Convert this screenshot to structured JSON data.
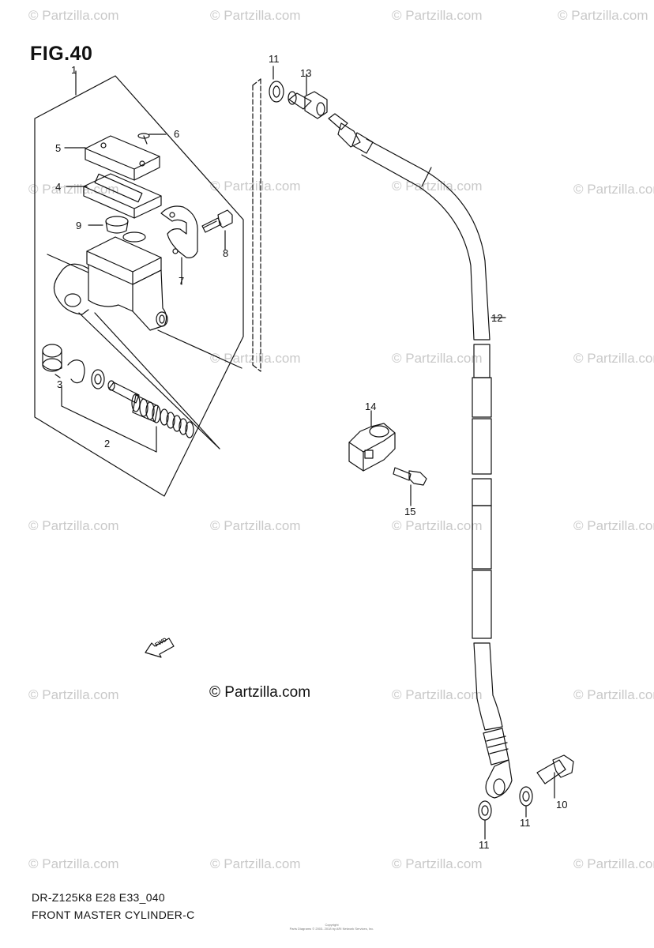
{
  "figure_title": "FIG.40",
  "watermark_text": "© Partzilla.com",
  "center_copyright": "© Partzilla.com",
  "caption": {
    "model_code": "DR-Z125K8 E28 E33_040",
    "part_name": "FRONT MASTER CYLINDER-C"
  },
  "footer_fine_print": {
    "line1": "Copyright",
    "line2": "Parts Diagrams © 2003- 2018 by ARI Network Services, Inc."
  },
  "fwd_arrow_label": "FWD",
  "callouts": [
    {
      "id": "c1",
      "text": "1"
    },
    {
      "id": "c2",
      "text": "2"
    },
    {
      "id": "c3",
      "text": "3"
    },
    {
      "id": "c4",
      "text": "4"
    },
    {
      "id": "c5",
      "text": "5"
    },
    {
      "id": "c6",
      "text": "6"
    },
    {
      "id": "c7",
      "text": "7"
    },
    {
      "id": "c8",
      "text": "8"
    },
    {
      "id": "c9",
      "text": "9"
    },
    {
      "id": "c10",
      "text": "10"
    },
    {
      "id": "c11a",
      "text": "11"
    },
    {
      "id": "c11b",
      "text": "11"
    },
    {
      "id": "c11c",
      "text": "11"
    },
    {
      "id": "c12",
      "text": "12"
    },
    {
      "id": "c13",
      "text": "13"
    },
    {
      "id": "c14",
      "text": "14"
    },
    {
      "id": "c15",
      "text": "15"
    }
  ],
  "colors": {
    "line": "#111111",
    "watermark": "#c9c9c9",
    "background": "#ffffff"
  }
}
